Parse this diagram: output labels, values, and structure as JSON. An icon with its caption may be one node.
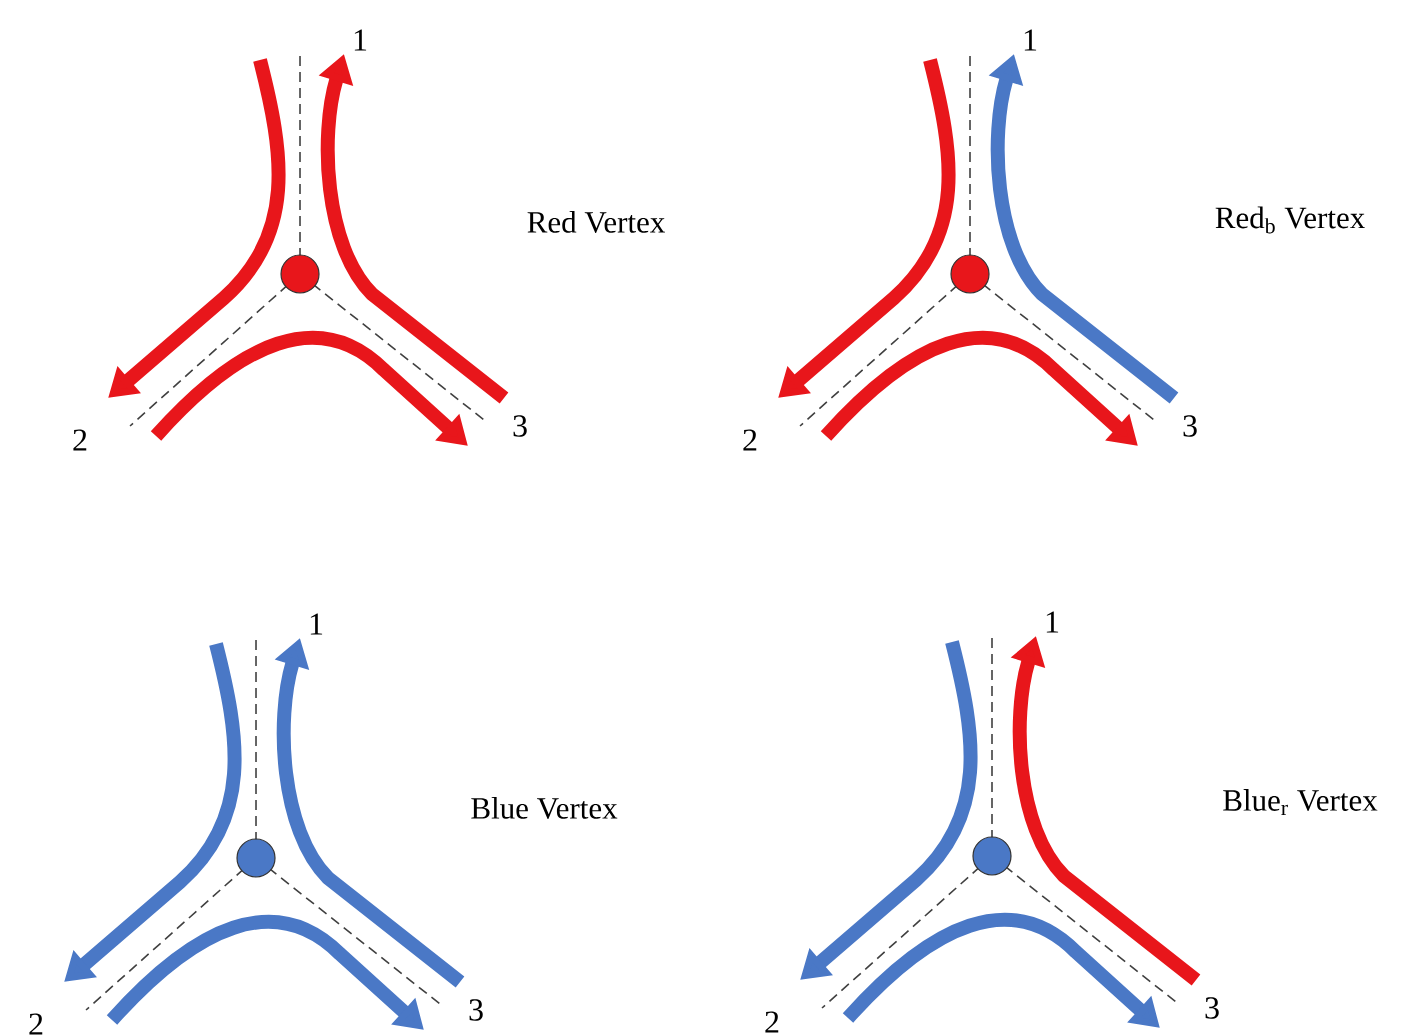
{
  "diagram": {
    "nodes": [
      {
        "text": [
          "1"
        ]
      },
      {
        "text": [],
        "shape": "circle"
      },
      {
        "text": [
          "2"
        ]
      },
      {
        "text": [
          "3"
        ]
      },
      {
        "text": [
          "1"
        ]
      },
      {
        "text": [],
        "shape": "circle"
      },
      {
        "text": [
          "2"
        ]
      },
      {
        "text": [
          "3"
        ]
      },
      {
        "text": [
          "1"
        ]
      },
      {
        "text": [],
        "shape": "circle"
      },
      {
        "text": [
          "2"
        ]
      },
      {
        "text": [
          "3"
        ]
      },
      {
        "text": [
          "1"
        ]
      },
      {
        "text": [],
        "shape": "circle"
      },
      {
        "text": [
          "2"
        ]
      },
      {
        "text": [
          "3"
        ]
      }
    ],
    "edges": [
      {
        "from": 0,
        "to": 2,
        "arrow": "to",
        "color": "#e8161b"
      },
      {
        "from": 3,
        "to": 0,
        "arrow": "to",
        "color": "#e8161b"
      },
      {
        "from": 2,
        "to": 3,
        "arrow": "to",
        "color": "#e8161b"
      },
      {
        "from": 4,
        "to": 6,
        "arrow": "to",
        "color": "#e8161b"
      },
      {
        "from": 7,
        "to": 4,
        "arrow": "to",
        "color": "#4a78c6"
      },
      {
        "from": 6,
        "to": 7,
        "arrow": "to",
        "color": "#e8161b"
      },
      {
        "from": 8,
        "to": 10,
        "arrow": "to",
        "color": "#4a78c6"
      },
      {
        "from": 11,
        "to": 8,
        "arrow": "to",
        "color": "#4a78c6"
      },
      {
        "from": 10,
        "to": 11,
        "arrow": "to",
        "color": "#4a78c6"
      },
      {
        "from": 12,
        "to": 14,
        "arrow": "to",
        "color": "#4a78c6"
      },
      {
        "from": 15,
        "to": 12,
        "arrow": "to",
        "color": "#e8161b"
      },
      {
        "from": 14,
        "to": 15,
        "arrow": "to",
        "color": "#4a78c6"
      }
    ],
    "labels": [
      "Red Vertex",
      "Red$_{b}$ Vertex",
      "Blue Vertex",
      "Blue$_{r}$ Vertex"
    ]
  }
}
